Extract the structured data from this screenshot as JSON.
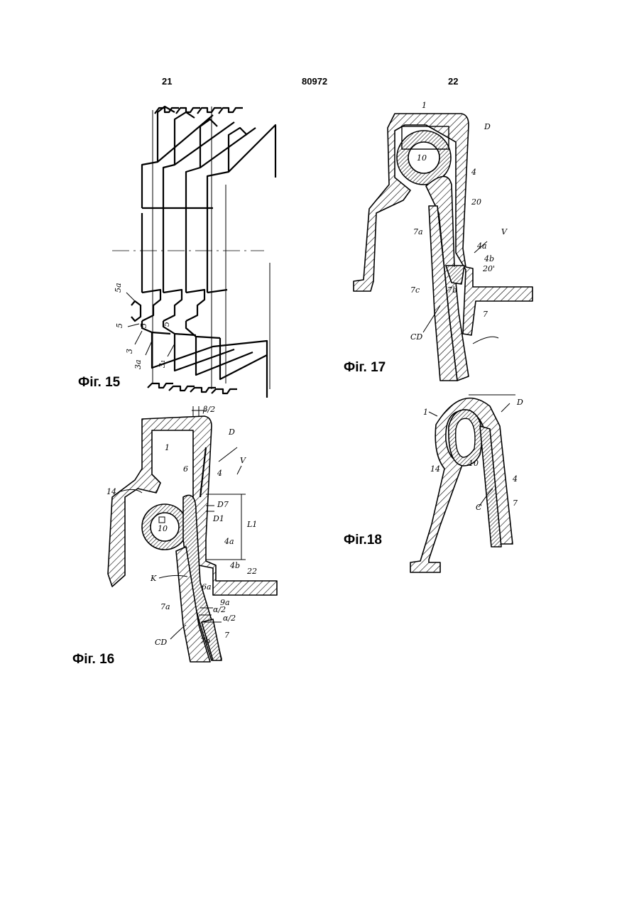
{
  "header": {
    "left_page": "21",
    "patent_number": "80972",
    "right_page": "22"
  },
  "figures": {
    "fig15": {
      "caption": "Фіг. 15",
      "labels": [
        "5a",
        "5",
        "5",
        "5",
        "3",
        "3a",
        "3₁"
      ]
    },
    "fig16": {
      "caption": "Фіг. 16",
      "labels": [
        "β/2",
        "D",
        "1",
        "6",
        "4",
        "V",
        "14",
        "10",
        "D7",
        "D1",
        "L1",
        "4a",
        "4b",
        "22",
        "K",
        "6a",
        "7a",
        "9a",
        "α/2",
        "α/2",
        "CD",
        "7b",
        "7"
      ]
    },
    "fig17": {
      "caption": "Фіг. 17",
      "labels": [
        "1",
        "D",
        "10",
        "4",
        "20",
        "7a",
        "4a",
        "V",
        "4b",
        "20'",
        "7c",
        "7b",
        "7",
        "CD"
      ]
    },
    "fig18": {
      "caption": "Фіг.18",
      "labels": [
        "D",
        "1",
        "14",
        "10",
        "4",
        "C",
        "7"
      ]
    }
  }
}
